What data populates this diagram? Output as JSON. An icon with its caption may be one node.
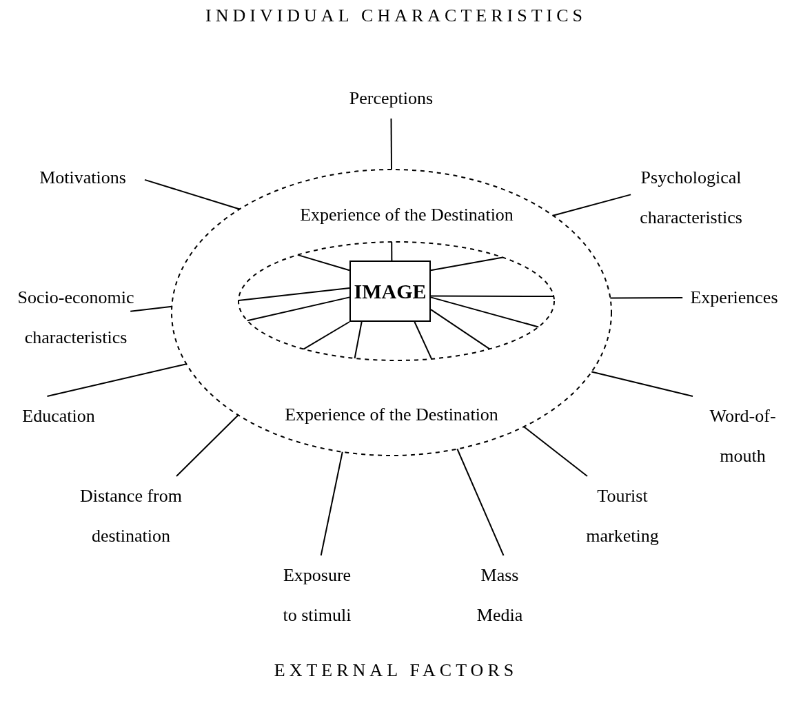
{
  "diagram": {
    "nodes": [
      {
        "text": [
          "Experience of the Destination",
          "Experience of the Destination"
        ]
      },
      {
        "text": [],
        "shape": "ellipse",
        "in": 0
      },
      {
        "text": [
          "IMAGE"
        ],
        "in": 1
      },
      {
        "text": [
          "Perceptions"
        ]
      },
      {
        "text": [
          "Motivations"
        ]
      },
      {
        "text": [
          "Psychological characteristics"
        ]
      },
      {
        "text": [
          "Socio-economic characteristics"
        ]
      },
      {
        "text": [
          "Experiences"
        ]
      },
      {
        "text": [
          "Education"
        ]
      },
      {
        "text": [
          "Word-of-mouth"
        ]
      },
      {
        "text": [
          "Distance from destination"
        ]
      },
      {
        "text": [
          "Tourist marketing"
        ]
      },
      {
        "text": [
          "Exposure to stimuli"
        ]
      },
      {
        "text": [
          "Mass Media"
        ]
      }
    ],
    "edges": [
      {
        "from": 3,
        "to": 0,
        "arrow": "none"
      },
      {
        "from": 4,
        "to": 0,
        "arrow": "none"
      },
      {
        "from": 5,
        "to": 0,
        "arrow": "none"
      },
      {
        "from": 6,
        "to": 0,
        "arrow": "none"
      },
      {
        "from": 7,
        "to": 0,
        "arrow": "none"
      },
      {
        "from": 8,
        "to": 0,
        "arrow": "none"
      },
      {
        "from": 9,
        "to": 0,
        "arrow": "none"
      },
      {
        "from": 10,
        "to": 0,
        "arrow": "none"
      },
      {
        "from": 11,
        "to": 0,
        "arrow": "none"
      },
      {
        "from": 12,
        "to": 0,
        "arrow": "none"
      },
      {
        "from": 13,
        "to": 0,
        "arrow": "none"
      },
      {
        "from": 2,
        "to": 1,
        "arrow": "none"
      },
      {
        "from": 2,
        "to": 1,
        "arrow": "none"
      },
      {
        "from": 2,
        "to": 1,
        "arrow": "none"
      },
      {
        "from": 2,
        "to": 1,
        "arrow": "none"
      },
      {
        "from": 2,
        "to": 1,
        "arrow": "none"
      },
      {
        "from": 2,
        "to": 1,
        "arrow": "none"
      },
      {
        "from": 2,
        "to": 1,
        "arrow": "none"
      },
      {
        "from": 2,
        "to": 1,
        "arrow": "none"
      },
      {
        "from": 2,
        "to": 1,
        "arrow": "none"
      },
      {
        "from": 2,
        "to": 1,
        "arrow": "none"
      },
      {
        "from": 2,
        "to": 1,
        "arrow": "none"
      }
    ],
    "labels": [
      "INDIVIDUAL CHARACTERISTICS",
      "EXTERNAL FACTORS"
    ]
  }
}
